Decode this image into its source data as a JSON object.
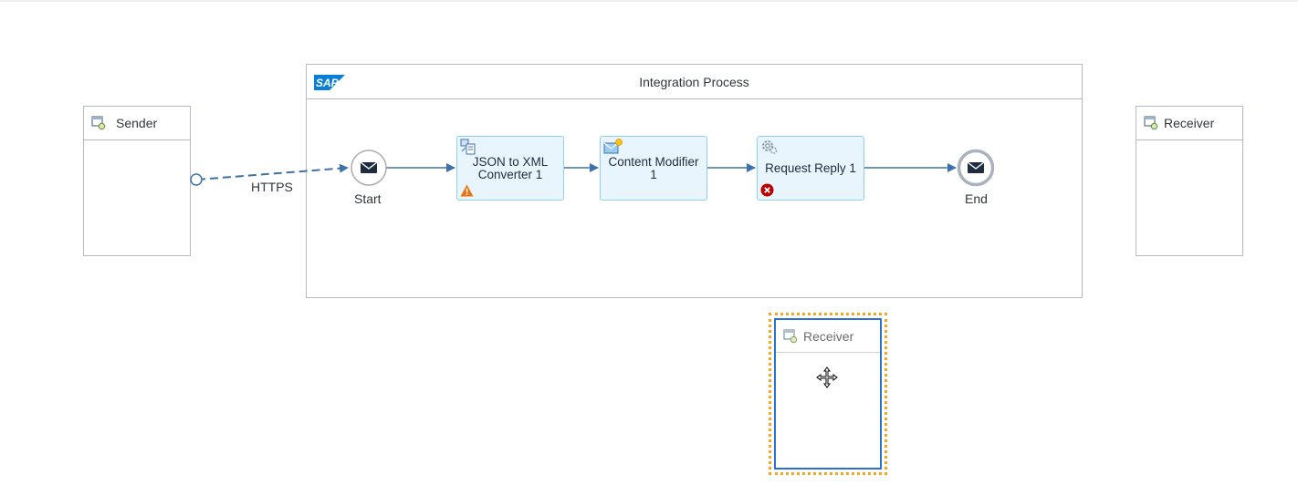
{
  "process": {
    "title": "Integration Process",
    "logo_text": "SAP"
  },
  "sender": {
    "label": "Sender"
  },
  "receiver": {
    "label": "Receiver"
  },
  "dragged_receiver": {
    "label": "Receiver"
  },
  "connection": {
    "label": "HTTPS"
  },
  "start_event": {
    "label": "Start"
  },
  "end_event": {
    "label": "End"
  },
  "steps": [
    {
      "label": "JSON to XML\nConverter 1",
      "icon": "converter-icon",
      "badge": "warning-icon"
    },
    {
      "label": "Content Modifier\n1",
      "icon": "content-modifier-icon"
    },
    {
      "label": "Request Reply 1",
      "icon": "gear-icon",
      "badge": "error-icon"
    }
  ],
  "colors": {
    "step_fill": "#e9f5fc",
    "step_border": "#8fd0ec",
    "flow_line": "#3f72a8",
    "selection_dotted": "#f5a623",
    "selection_border": "#2b6fd0",
    "warning": "#e9730c",
    "error": "#bb0000"
  }
}
